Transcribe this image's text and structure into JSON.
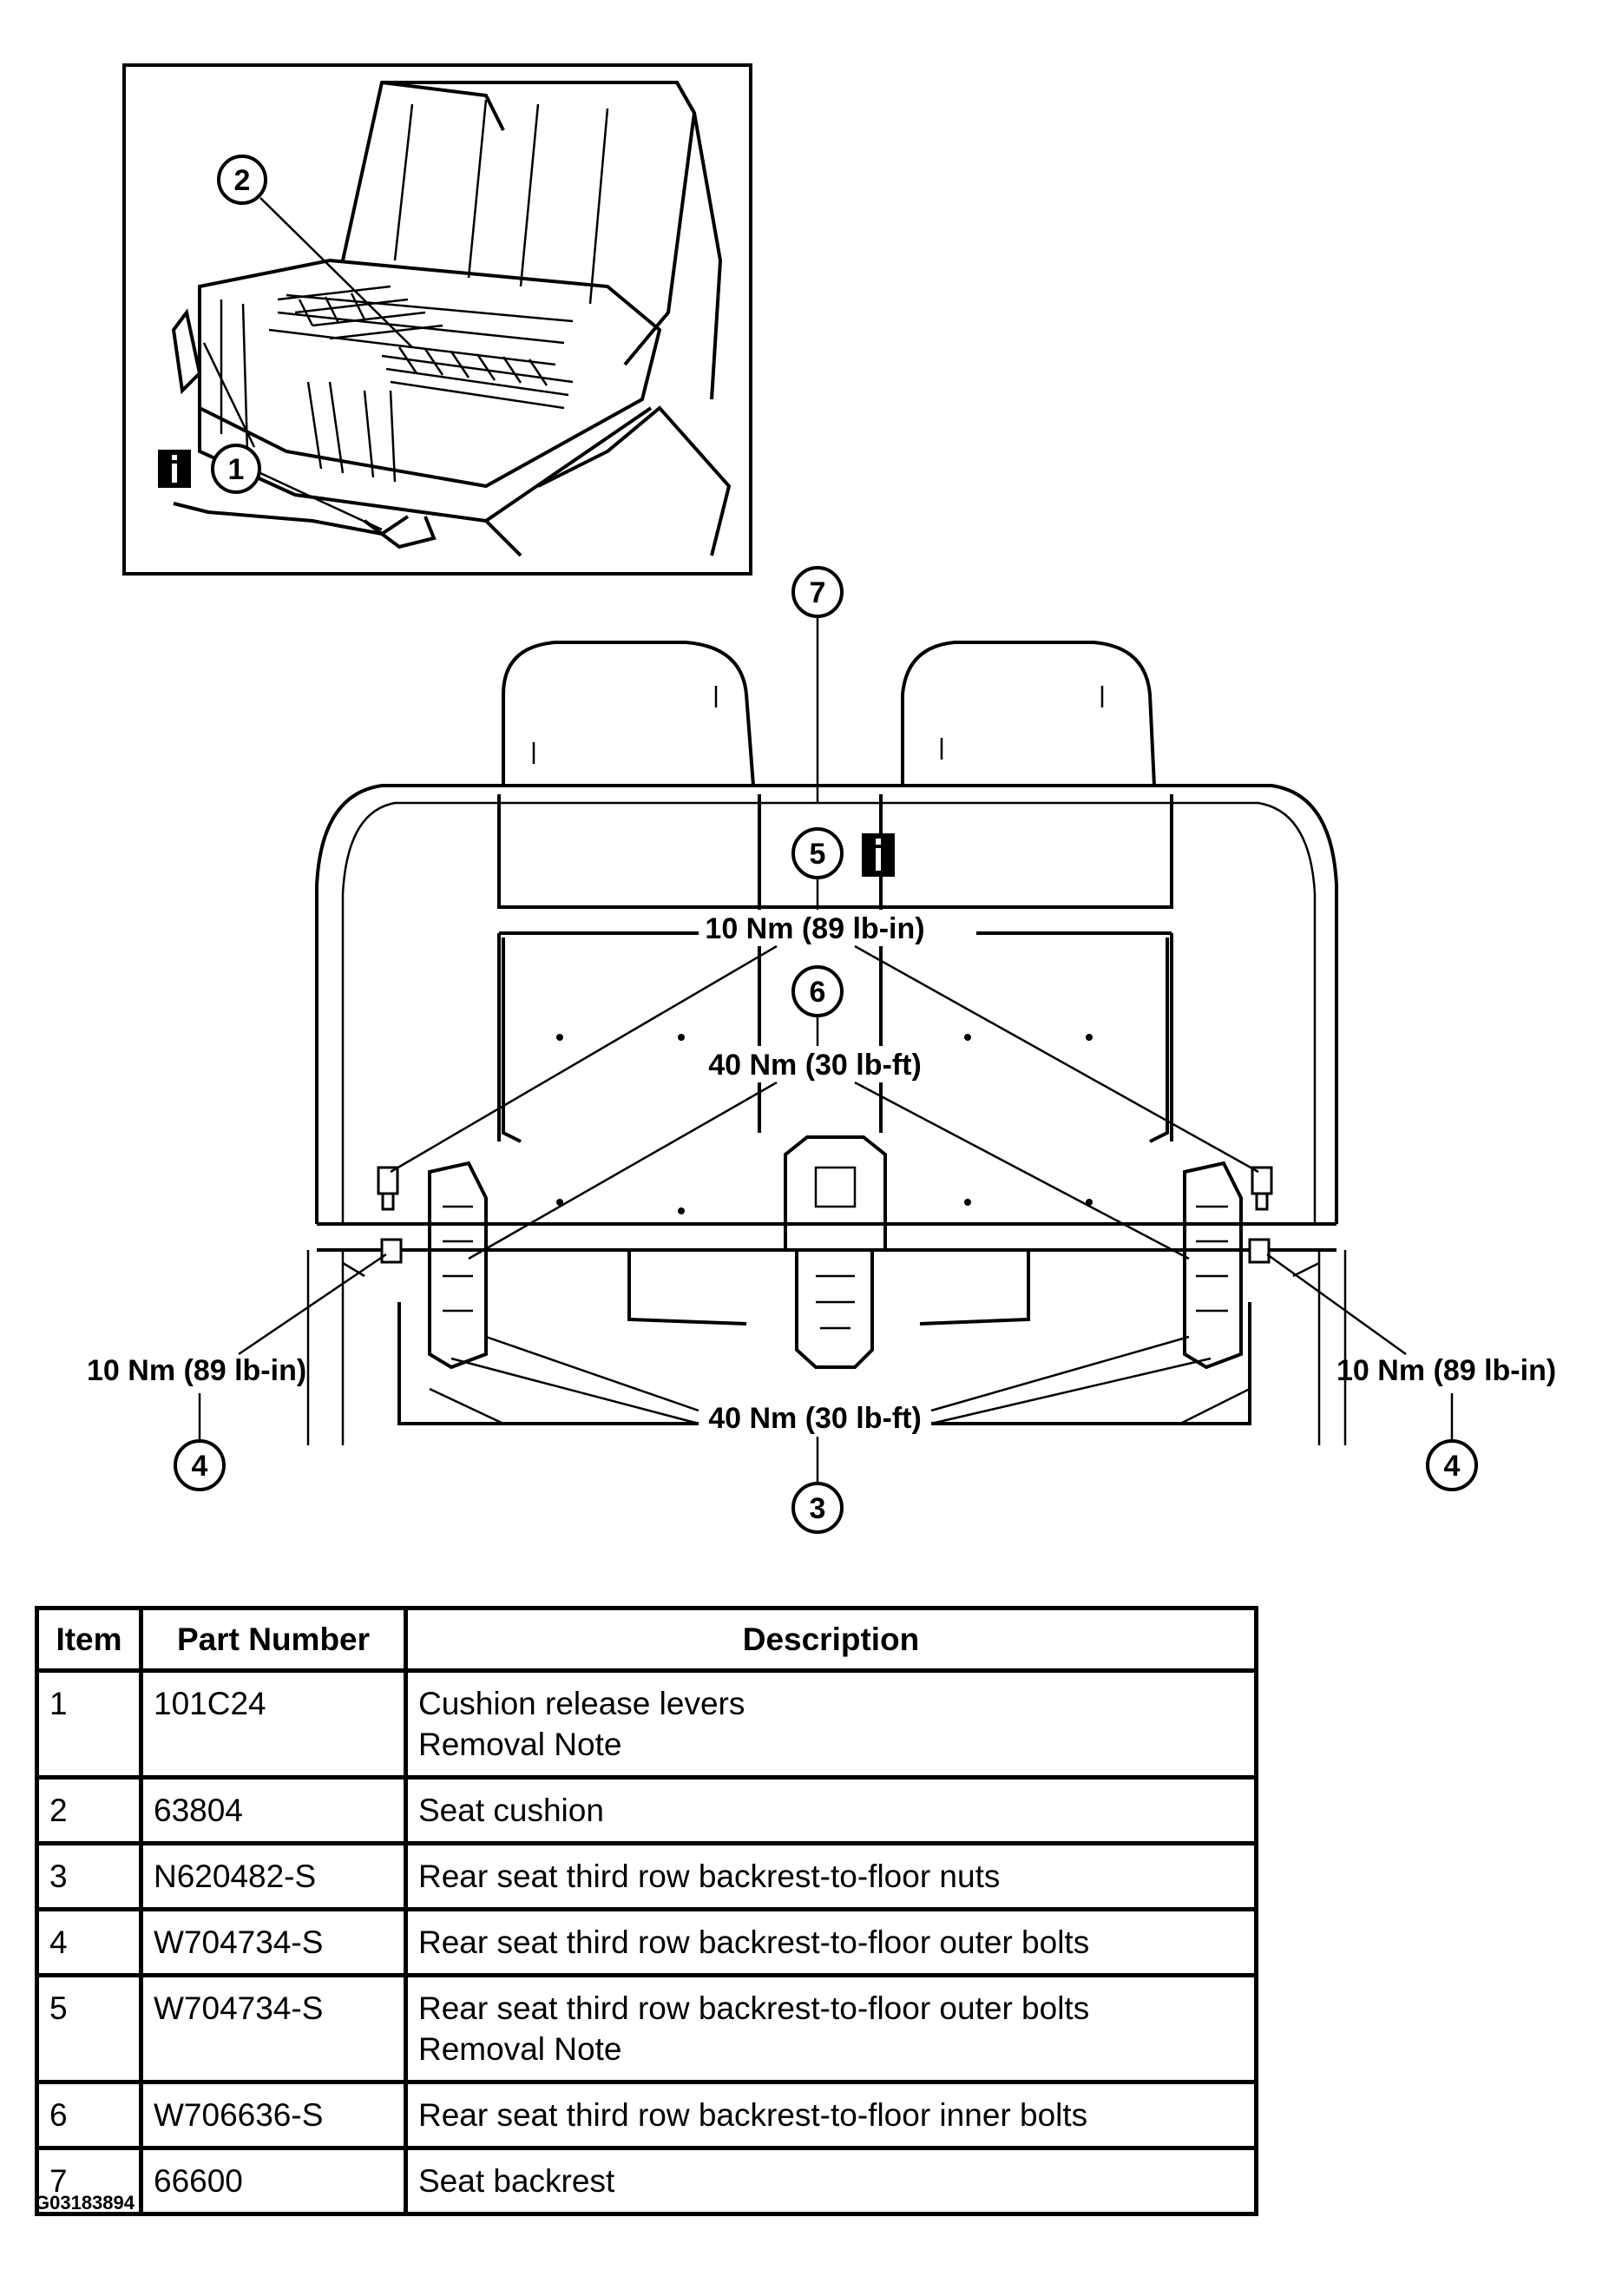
{
  "callouts": {
    "c1": "1",
    "c2": "2",
    "c3": "3",
    "c4_left": "4",
    "c4_right": "4",
    "c5": "5",
    "c6": "6",
    "c7": "7"
  },
  "torque": {
    "t5": "10 Nm (89 lb-in)",
    "t6": "40 Nm (30 lb-ft)",
    "t4_left": "10 Nm (89 lb-in)",
    "t4_right": "10 Nm (89 lb-in)",
    "t3": "40 Nm (30 lb-ft)"
  },
  "icons": {
    "info_marker_inset": "info-icon",
    "info_marker_main": "info-icon"
  },
  "table": {
    "headers": [
      "Item",
      "Part Number",
      "Description"
    ],
    "rows": [
      {
        "item": "1",
        "part": "101C24",
        "desc": "Cushion release levers",
        "note": "Removal Note"
      },
      {
        "item": "2",
        "part": "63804",
        "desc": "Seat cushion",
        "note": ""
      },
      {
        "item": "3",
        "part": "N620482-S",
        "desc": "Rear seat third row backrest-to-floor nuts",
        "note": ""
      },
      {
        "item": "4",
        "part": "W704734-S",
        "desc": "Rear seat third row backrest-to-floor outer bolts",
        "note": ""
      },
      {
        "item": "5",
        "part": "W704734-S",
        "desc": "Rear seat third row backrest-to-floor outer bolts",
        "note": "Removal Note"
      },
      {
        "item": "6",
        "part": "W706636-S",
        "desc": "Rear seat third row backrest-to-floor inner bolts",
        "note": ""
      },
      {
        "item": "7",
        "part": "66600",
        "desc": "Seat backrest",
        "note": ""
      }
    ]
  },
  "figure_id": "G03183894"
}
